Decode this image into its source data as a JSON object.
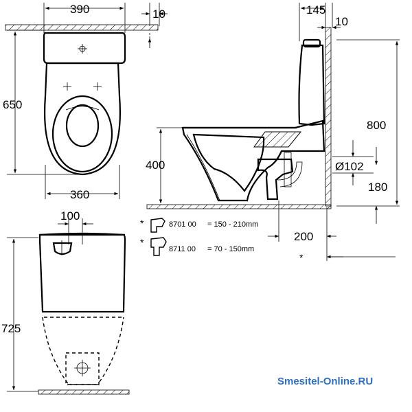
{
  "dimensions": {
    "top_width": "390",
    "top_gap": "10",
    "top_depth": "650",
    "bowl_width": "360",
    "wall_offset": "145",
    "wall_gap": "10",
    "total_height": "800",
    "seat_height": "400",
    "outlet_diameter": "Ø102",
    "outlet_height": "180",
    "outlet_distance": "200",
    "front_width": "100",
    "front_height": "725"
  },
  "options": [
    {
      "marker": "*",
      "code": "8701 00",
      "range": "= 150 - 210mm"
    },
    {
      "marker": "*",
      "code": "8711 00",
      "range": "= 70 - 150mm"
    }
  ],
  "footnote_marker": "*",
  "watermark": "Smesitel-Online.RU"
}
